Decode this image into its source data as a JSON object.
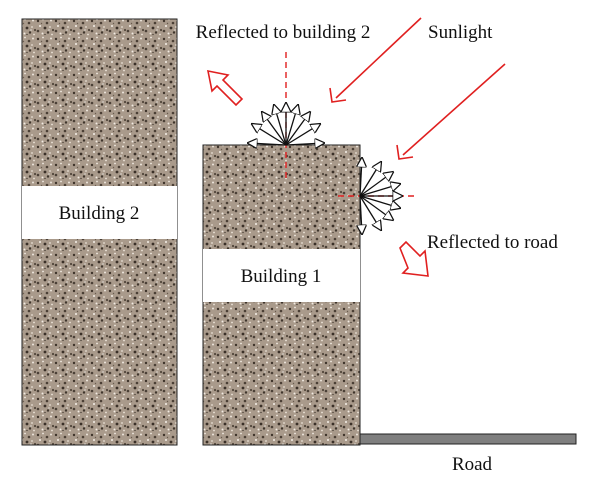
{
  "labels": {
    "building2": "Building 2",
    "building1": "Building 1",
    "sunlight": "Sunlight",
    "reflected_building2": "Reflected to building 2",
    "reflected_road": "Reflected to road",
    "road": "Road"
  },
  "colors": {
    "concrete": "#a89888",
    "ray": "#e02020",
    "road": "#7f7f7f",
    "outline": "#111111",
    "band": "#ffffff"
  }
}
